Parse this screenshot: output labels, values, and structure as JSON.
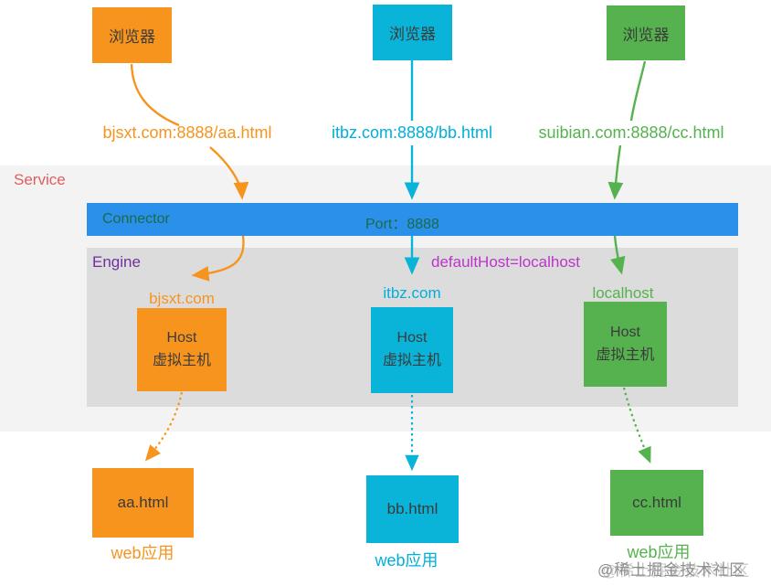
{
  "service": {
    "label": "Service"
  },
  "connector": {
    "label": "Connector",
    "port": "Port：8888"
  },
  "engine": {
    "label": "Engine",
    "default_host": "defaultHost=localhost"
  },
  "columns": [
    {
      "name": "orange-flow",
      "color": "#F7941E",
      "browser": "浏览器",
      "url": "bjsxt.com:8888/aa.html",
      "host_domain": "bjsxt.com",
      "host_title": "Host",
      "host_subtitle": "虚拟主机",
      "webapp_file": "aa.html",
      "webapp_label": "web应用"
    },
    {
      "name": "cyan-flow",
      "color": "#09B4D8",
      "browser": "浏览器",
      "url": "itbz.com:8888/bb.html",
      "host_domain": "itbz.com",
      "host_title": "Host",
      "host_subtitle": "虚拟主机",
      "webapp_file": "bb.html",
      "webapp_label": "web应用"
    },
    {
      "name": "green-flow",
      "color": "#55B24E",
      "browser": "浏览器",
      "url": "suibian.com:8888/cc.html",
      "host_domain": "localhost",
      "host_title": "Host",
      "host_subtitle": "虚拟主机",
      "webapp_file": "cc.html",
      "webapp_label": "web应用"
    }
  ],
  "watermark": "@稀土掘金技术社区",
  "colors": {
    "connector_bar": "#2B90E9",
    "connector_text": "#1A6B4B",
    "service_bg": "#F3F3F4",
    "engine_bg": "#DCDCDC",
    "service_label": "#E05E5E",
    "engine_label": "#7030A0",
    "default_host_text": "#BB35C9",
    "box_text": "#3B3B3B",
    "watermark": "#8F8F8F"
  }
}
